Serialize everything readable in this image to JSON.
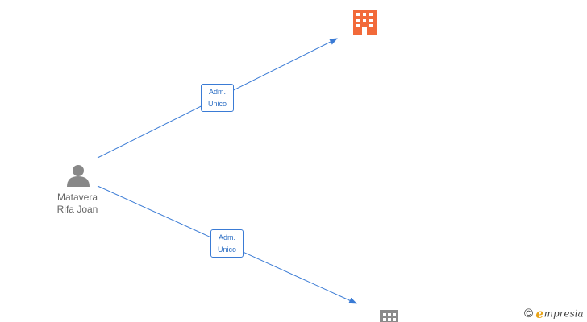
{
  "person": {
    "name_line1": "Matavera",
    "name_line2": "Rifa Joan"
  },
  "companies": [
    {
      "name": "",
      "icon": "building-icon",
      "color": "#f26a3a",
      "highlighted": true
    },
    {
      "name": "",
      "icon": "building-icon",
      "color": "#8a8a8a",
      "highlighted": false
    }
  ],
  "edges": [
    {
      "role_line1": "Adm.",
      "role_line2": "Unico",
      "color": "#3a7bd5"
    },
    {
      "role_line1": "Adm.",
      "role_line2": "Unico",
      "color": "#3a7bd5"
    }
  ],
  "brand": {
    "copyright_symbol": "©",
    "initial": "e",
    "rest": "mpresia",
    "accent_color": "#e8a317"
  }
}
